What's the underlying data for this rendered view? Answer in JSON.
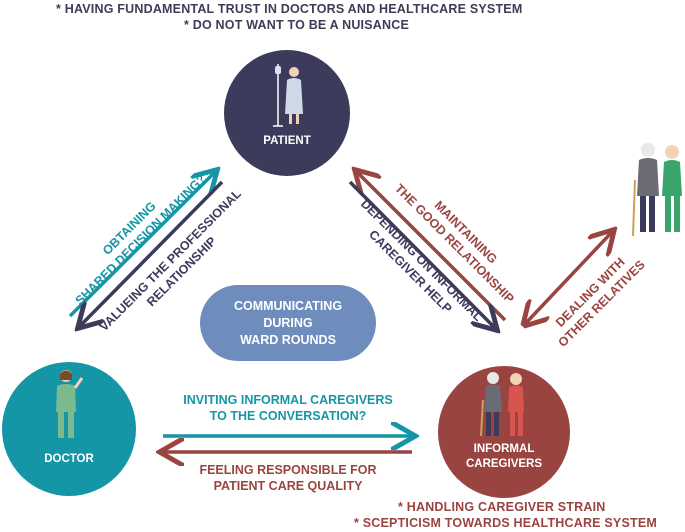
{
  "patient_notes": [
    "* HAVING FUNDAMENTAL TRUST IN DOCTORS AND HEALTHCARE SYSTEM",
    "* DO NOT WANT TO BE A NUISANCE"
  ],
  "caregiver_notes": [
    "* HANDLING CAREGIVER STRAIN",
    "* SCEPTICISM TOWARDS HEALTHCARE SYSTEM"
  ],
  "nodes": {
    "patient": "PATIENT",
    "doctor": "DOCTOR",
    "caregivers_line1": "INFORMAL",
    "caregivers_line2": "CAREGIVERS"
  },
  "center": {
    "line1": "COMMUNICATING",
    "line2": "DURING",
    "line3": "WARD ROUNDS"
  },
  "edges": {
    "doctor_to_patient_line1": "OBTAINING",
    "doctor_to_patient_line2": "SHARED DECISION MAKING?",
    "patient_to_doctor_line1": "VALUEING THE PROFESSIONAL",
    "patient_to_doctor_line2": "RELATIONSHIP",
    "caregivers_to_patient_line1": "MAINTAINING",
    "caregivers_to_patient_line2": "THE GOOD RELATIONSHIP",
    "patient_to_caregivers_line1": "DEPENDING ON INFORMAL",
    "patient_to_caregivers_line2": "CAREGIVER HELP",
    "relatives_line1": "DEALING WITH",
    "relatives_line2": "OTHER RELATIVES",
    "doctor_to_caregivers_line1": "INVITING INFORMAL CAREGIVERS",
    "doctor_to_caregivers_line2": "TO THE CONVERSATION?",
    "caregivers_to_doctor_line1": "FEELING RESPONSIBLE FOR",
    "caregivers_to_doctor_line2": "PATIENT CARE QUALITY"
  },
  "colors": {
    "patient": "#3c3b5c",
    "doctor": "#1596a6",
    "caregivers": "#9a4442",
    "center": "#6e8dbd",
    "teal_text": "#1596a6",
    "navy_text": "#3b3b5c",
    "red_text": "#9a4442"
  }
}
